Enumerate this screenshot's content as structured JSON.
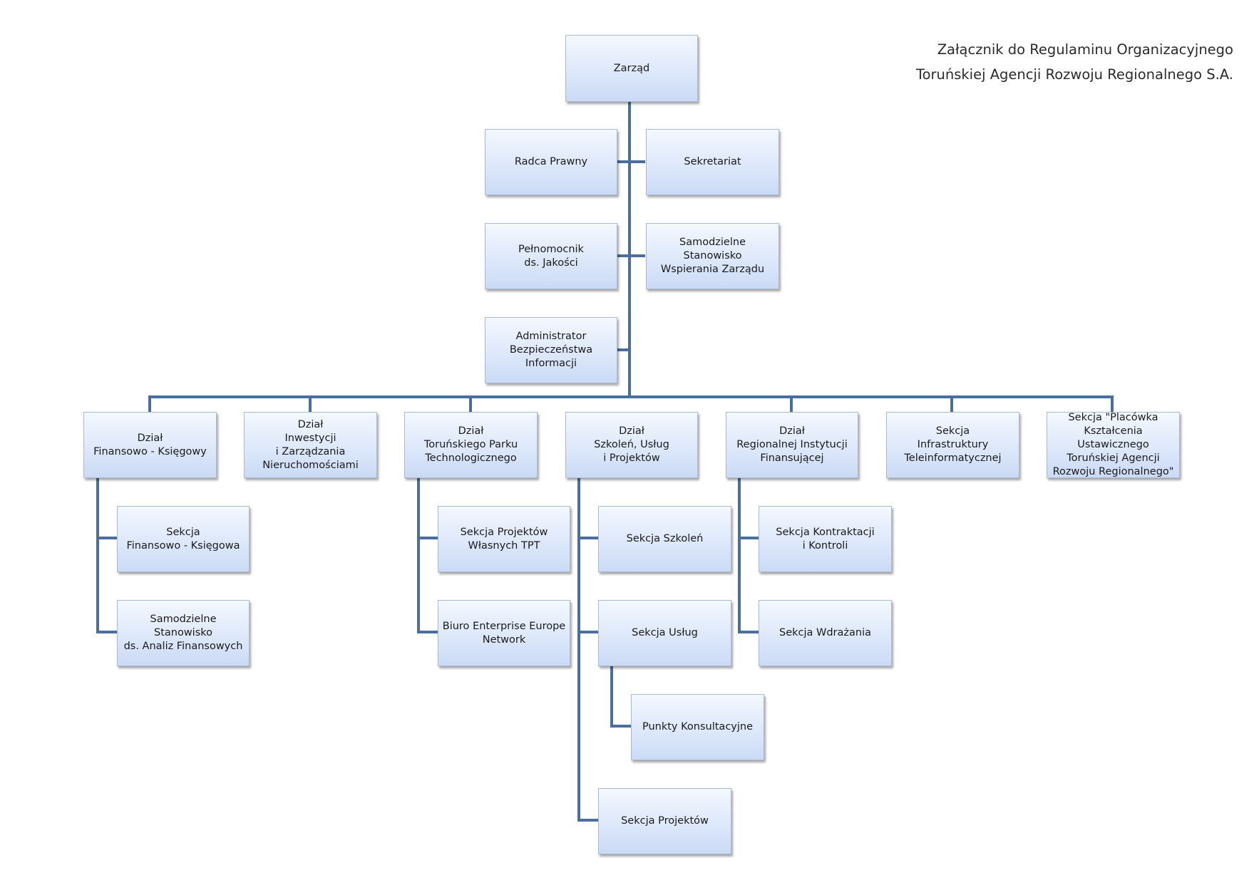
{
  "header": {
    "line1": "Załącznik do Regulaminu Organizacyjnego",
    "line2": "Toruńskiej Agencji Rozwoju Regionalnego S.A."
  },
  "colors": {
    "connector": "#4a6f9c",
    "box_border": "#a9bad6"
  },
  "org": {
    "zarzad": "Zarząd",
    "radca": "Radca Prawny",
    "sekretariat": "Sekretariat",
    "pelnomocnik": "Pełnomocnik\nds. Jakości",
    "samodzielne_wsp": "Samodzielne Stanowisko\nWspierania Zarządu",
    "abi": "Administrator\nBezpieczeństwa\nInformacji",
    "dzial_fin": "Dział\nFinansowo - Księgowy",
    "sekcja_fin": "Sekcja\nFinansowo - Księgowa",
    "stanowisko_analiz": "Samodzielne Stanowisko\nds. Analiz Finansowych",
    "dzial_inw": "Dział\nInwestycji\ni Zarządzania\nNieruchomościami",
    "dzial_tpt": "Dział\nToruńskiego Parku\nTechnologicznego",
    "sekcja_proj_tpt": "Sekcja Projektów\nWłasnych  TPT",
    "biuro_een": "Biuro Enterprise Europe\nNetwork",
    "dzial_szk": "Dział\nSzkoleń, Usług\ni Projektów",
    "sekcja_szk": "Sekcja Szkoleń",
    "sekcja_uslug": "Sekcja Usług",
    "punkty": "Punkty Konsultacyjne",
    "sekcja_proj": "Sekcja Projektów",
    "dzial_rif": "Dział\nRegionalnej Instytucji\nFinansującej",
    "sekcja_kontr": "Sekcja Kontraktacji\ni Kontroli",
    "sekcja_wdr": "Sekcja Wdrażania",
    "sekcja_infra": "Sekcja\nInfrastruktury\nTeleinformatycznej",
    "sekcja_plac": "Sekcja \"Placówka\nKształcenia Ustawicznego\nToruńskiej Agencji\nRozwoju Regionalnego\""
  }
}
